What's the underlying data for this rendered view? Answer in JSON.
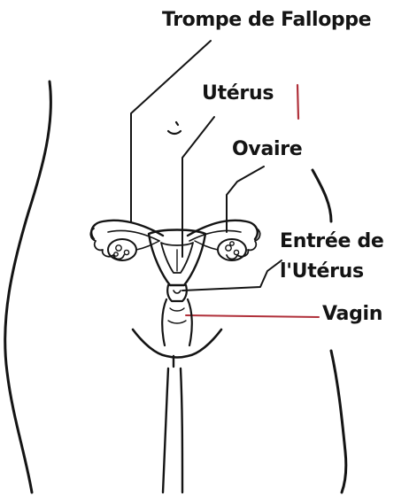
{
  "labels": {
    "fallopian_tube": "Trompe de Falloppe",
    "uterus": "Utérus",
    "ovary": "Ovaire",
    "cervix_line1": "Entrée de",
    "cervix_line2": "l'Utérus",
    "vagina": "Vagin"
  },
  "colors": {
    "ink": "#141414",
    "accent_line": "#b0303a",
    "background": "#ffffff"
  }
}
